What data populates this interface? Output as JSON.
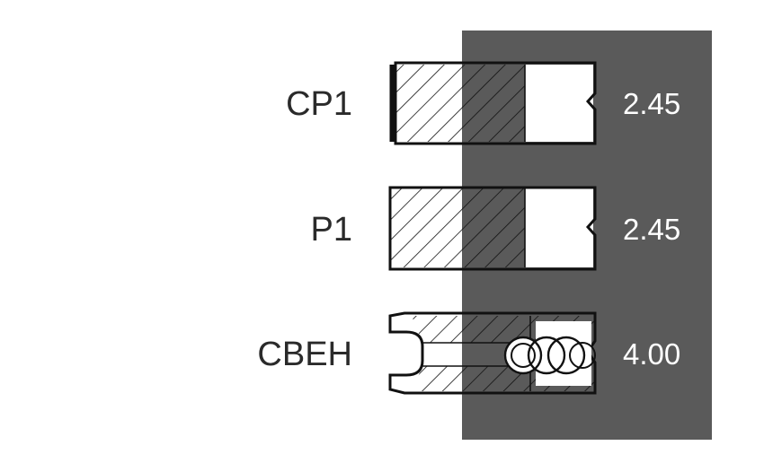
{
  "colors": {
    "background": "#ffffff",
    "panel": "#5a5a5a",
    "ink": "#111111",
    "label_text": "#2a2a2a",
    "value_text": "#ffffff"
  },
  "rings": [
    {
      "label": "CP1",
      "value": "2.45",
      "profile": "chamfered-compression"
    },
    {
      "label": "P1",
      "value": "2.45",
      "profile": "rectangular-compression"
    },
    {
      "label": "CBEH",
      "value": "4.00",
      "profile": "oil-control-with-expander"
    }
  ]
}
